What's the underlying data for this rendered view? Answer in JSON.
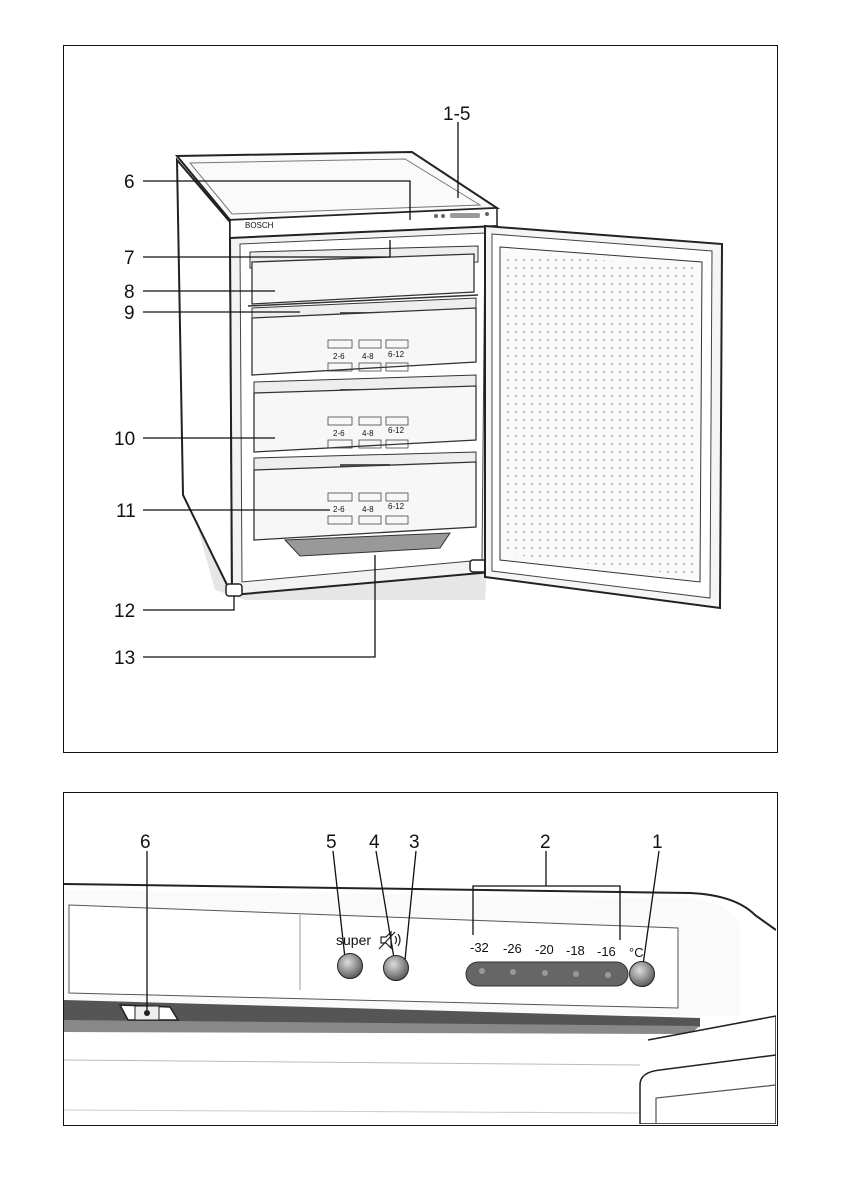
{
  "top_diagram": {
    "brand": "BOSCH",
    "callouts": [
      "1-5",
      "6",
      "7",
      "8",
      "9",
      "10",
      "11",
      "12",
      "13"
    ],
    "drawer_labels": {
      "group_a": "2-6",
      "group_b": "4-8",
      "group_c": "6-12"
    }
  },
  "control_panel": {
    "callouts": [
      "6",
      "5",
      "4",
      "3",
      "2",
      "1"
    ],
    "super_label": "super",
    "temperatures": [
      "-32",
      "-26",
      "-20",
      "-18",
      "-16"
    ],
    "unit": "°C"
  }
}
